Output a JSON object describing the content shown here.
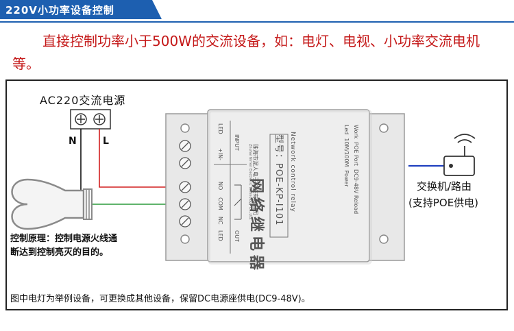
{
  "banner": {
    "title": "220V小功率设备控制"
  },
  "intro": {
    "text": "直接控制功率小于500W的交流设备，如：电灯、电视、小功率交流电机等。"
  },
  "power": {
    "label": "AC220交流电源",
    "n": "N",
    "l": "L"
  },
  "switch_device": {
    "line1": "交换机/路由",
    "line2": "(支持POE供电)"
  },
  "principle": {
    "line1": "控制原理：控制电源火线通",
    "line2": "断达到控制亮灭的目的。"
  },
  "footnote": {
    "text": "图中电灯为举例设备，可更换成其他设备，保留DC电源座供电(DC9-48V)。"
  },
  "relay": {
    "name": "网络继电器",
    "model": "型号：POE-KP-I101",
    "english": "Network control relay",
    "port_info": [
      "Work  POE Port  DC9-48V Reload",
      "Led  10M/100M  Power"
    ],
    "company": "珠海市泥人电子科技有限公司",
    "company_en": "Zhuhai Nirren Electronic Technology Co.,Ltd.",
    "left_labels": [
      "LED",
      "+IN-",
      "INPUT"
    ],
    "right_labels": [
      "NO",
      "COM",
      "NC",
      "LED",
      "OUT"
    ]
  },
  "colors": {
    "banner": "#1d5fb0",
    "accent_red": "#c41717",
    "wire_red": "#d21f1f",
    "wire_green": "#2a9a3a",
    "wire_blue": "#1f3fbf"
  }
}
